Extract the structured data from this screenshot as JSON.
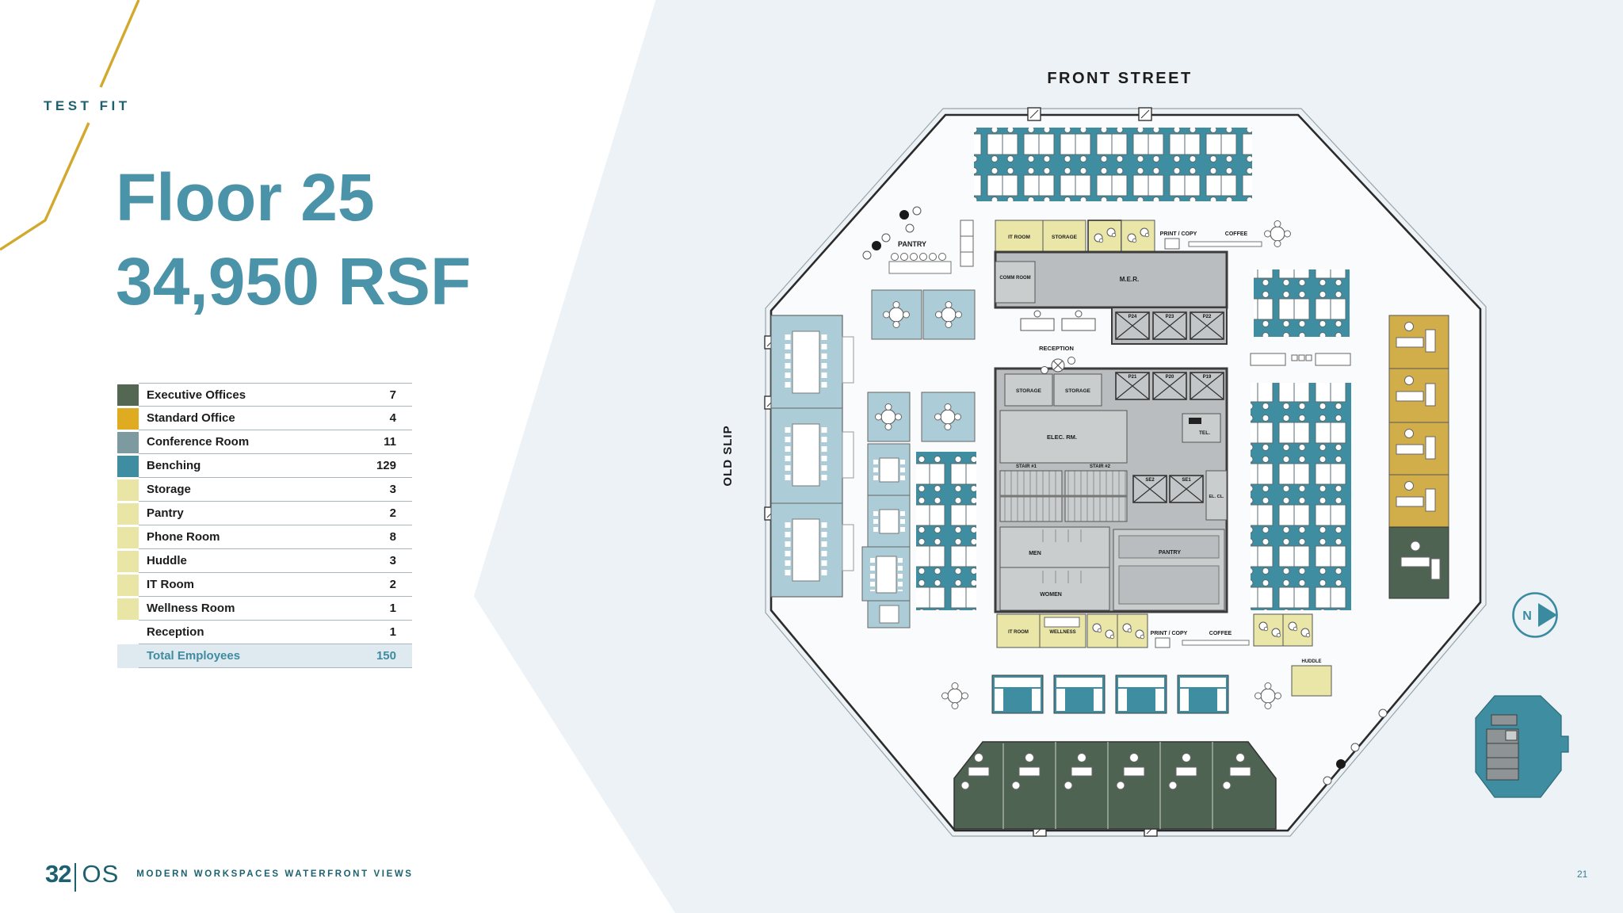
{
  "slide": {
    "eyebrow": "TEST FIT",
    "title_line1": "Floor 25",
    "title_line2": "34,950 RSF",
    "page_number": "21",
    "colors": {
      "accent_teal": "#4a93a8",
      "dark_teal": "#1d6170",
      "gold_line": "#d2a92d",
      "panel_bg": "#edf2f6",
      "benching": "#3e8da1",
      "conference": "#accdd7",
      "executive": "#4e6352",
      "standard_office": "#d2ae4b",
      "support_yellow": "#e9e6a8",
      "core_gray": "#b9bdbf"
    }
  },
  "legend": {
    "rows": [
      {
        "label": "Executive Offices",
        "value": "7",
        "color": "#546753"
      },
      {
        "label": "Standard Office",
        "value": "4",
        "color": "#dfab20"
      },
      {
        "label": "Conference Room",
        "value": "11",
        "color": "#7e9aa1"
      },
      {
        "label": "Benching",
        "value": "129",
        "color": "#3e8da1"
      },
      {
        "label": "Storage",
        "value": "3",
        "color": "#e9e5a5"
      },
      {
        "label": "Pantry",
        "value": "2",
        "color": "#e9e5a5"
      },
      {
        "label": "Phone Room",
        "value": "8",
        "color": "#e9e5a5"
      },
      {
        "label": "Huddle",
        "value": "3",
        "color": "#e9e5a5"
      },
      {
        "label": "IT Room",
        "value": "2",
        "color": "#e9e5a5"
      },
      {
        "label": "Wellness Room",
        "value": "1",
        "color": "#e9e5a5"
      },
      {
        "label": "Reception",
        "value": "1",
        "color": "#ffffff"
      }
    ],
    "total": {
      "label": "Total Employees",
      "value": "150"
    }
  },
  "footer": {
    "logo_number": "32",
    "logo_suffix": "OS",
    "tagline": "MODERN WORKSPACES WATERFRONT VIEWS"
  },
  "plan": {
    "street_top": "FRONT STREET",
    "street_left": "OLD SLIP",
    "north_label": "N",
    "labels": {
      "pantry": "PANTRY",
      "it_room": "IT ROOM",
      "storage": "STORAGE",
      "comm_room": "COMM ROOM",
      "mer": "M.E.R.",
      "reception": "RECEPTION",
      "elec_rm": "ELEC. RM.",
      "tel": "TEL.",
      "stair1": "STAIR #1",
      "stair2": "STAIR #2",
      "men": "MEN",
      "women": "WOMEN",
      "el_cl": "EL. CL.",
      "wellness": "WELLNESS",
      "huddle": "HUDDLE",
      "print_copy": "PRINT / COPY",
      "coffee": "COFFEE"
    },
    "elevators": [
      "P24",
      "P23",
      "P22",
      "P21",
      "P20",
      "P19",
      "SE2",
      "SE1"
    ]
  }
}
